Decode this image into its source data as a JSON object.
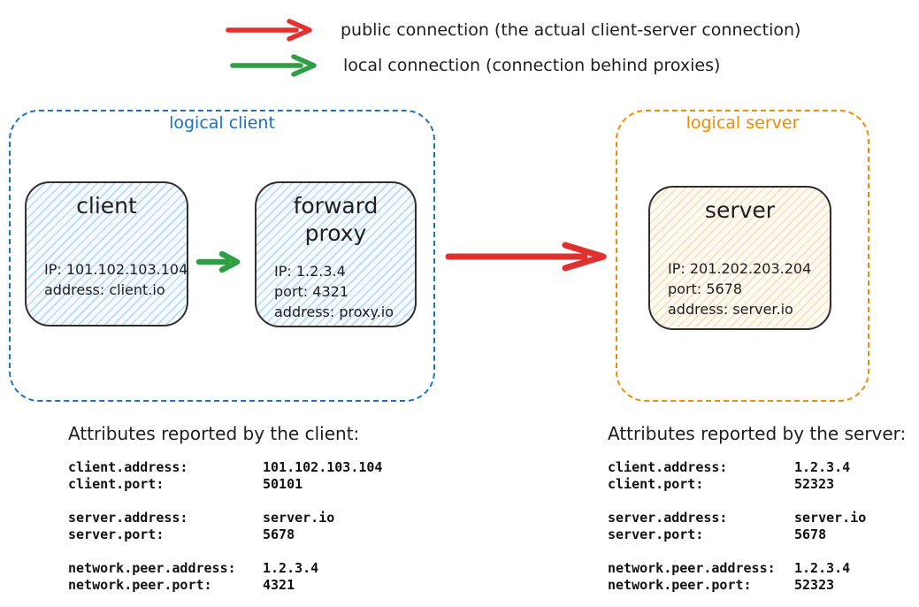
{
  "colors": {
    "public_connection": "#e03131",
    "local_connection": "#2f9e44",
    "logical_client": "#1971c2",
    "logical_server": "#f08c00",
    "node_stroke": "#2f2f2f"
  },
  "legend": {
    "public": {
      "label": "public connection (the actual client-server connection)"
    },
    "local": {
      "label": "local connection (connection behind proxies)"
    }
  },
  "diagram": {
    "logical_client": {
      "label": "logical client",
      "client_node": {
        "title": "client",
        "line1": "IP: 101.102.103.104",
        "line2": "address: client.io"
      },
      "proxy_node": {
        "title": "forward proxy",
        "line1": "IP: 1.2.3.4",
        "line2": "port: 4321",
        "line3": "address: proxy.io"
      }
    },
    "logical_server": {
      "label": "logical server",
      "server_node": {
        "title": "server",
        "line1": "IP: 201.202.203.204",
        "line2": "port: 5678",
        "line3": "address: server.io"
      }
    }
  },
  "attributes": {
    "client": {
      "title": "Attributes reported by the client:",
      "groups": [
        [
          {
            "label": "client.address:",
            "value": "101.102.103.104"
          },
          {
            "label": "client.port:",
            "value": "50101"
          }
        ],
        [
          {
            "label": "server.address:",
            "value": "server.io"
          },
          {
            "label": "server.port:",
            "value": "5678"
          }
        ],
        [
          {
            "label": "network.peer.address:",
            "value": "1.2.3.4"
          },
          {
            "label": "network.peer.port:",
            "value": "4321"
          }
        ]
      ]
    },
    "server": {
      "title": "Attributes reported by the server:",
      "groups": [
        [
          {
            "label": "client.address:",
            "value": "1.2.3.4"
          },
          {
            "label": "client.port:",
            "value": "52323"
          }
        ],
        [
          {
            "label": "server.address:",
            "value": "server.io"
          },
          {
            "label": "server.port:",
            "value": "5678"
          }
        ],
        [
          {
            "label": "network.peer.address:",
            "value": "1.2.3.4"
          },
          {
            "label": "network.peer.port:",
            "value": "52323"
          }
        ]
      ]
    }
  }
}
